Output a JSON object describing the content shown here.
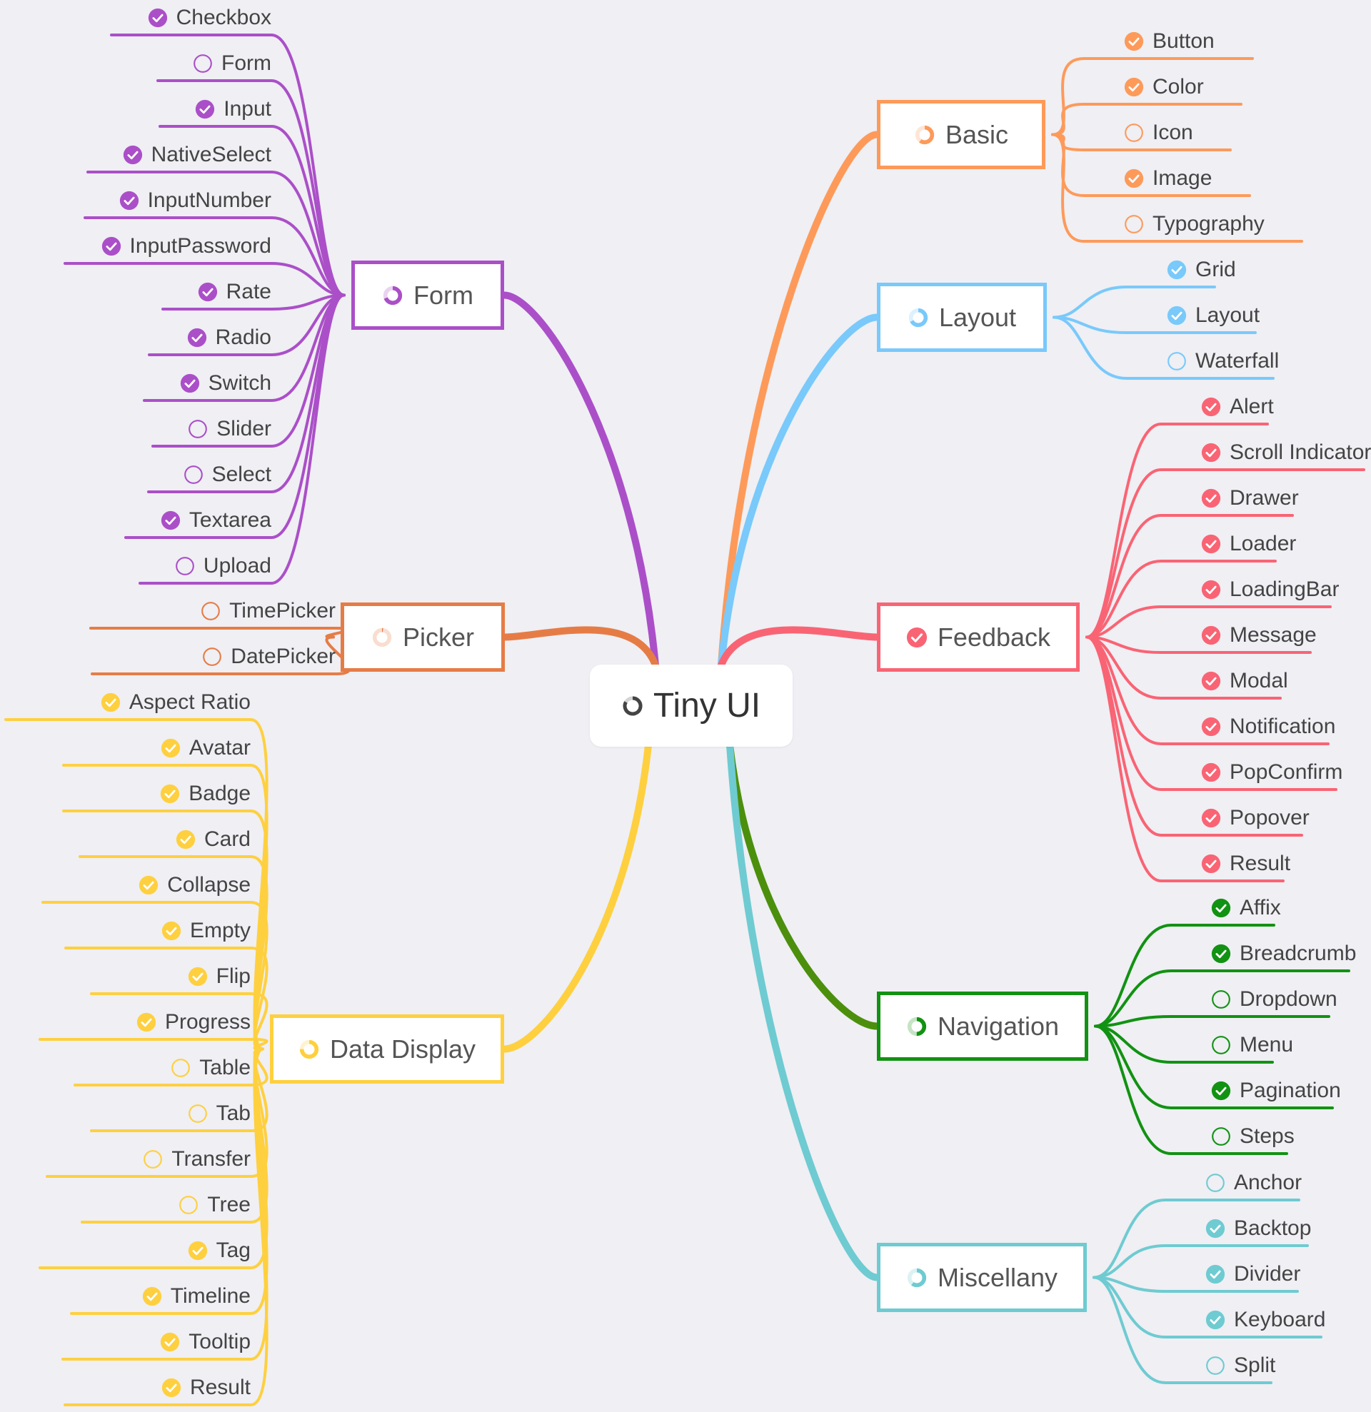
{
  "root": {
    "label": "Tiny UI",
    "icon": "progress-ring-icon"
  },
  "icons": {
    "done": "check-circle-icon",
    "todo": "empty-circle-icon",
    "partial": "progress-ring-icon"
  },
  "branches": [
    {
      "id": "basic",
      "label": "Basic",
      "side": "right",
      "color": "#fd9a5a",
      "progress": 0.6,
      "items": [
        {
          "label": "Button",
          "done": true
        },
        {
          "label": "Color",
          "done": true
        },
        {
          "label": "Icon",
          "done": false
        },
        {
          "label": "Image",
          "done": true
        },
        {
          "label": "Typography",
          "done": false
        }
      ]
    },
    {
      "id": "layout",
      "label": "Layout",
      "side": "right",
      "color": "#79c9fb",
      "progress": 0.67,
      "items": [
        {
          "label": "Grid",
          "done": true
        },
        {
          "label": "Layout",
          "done": true
        },
        {
          "label": "Waterfall",
          "done": false
        }
      ]
    },
    {
      "id": "feedback",
      "label": "Feedback",
      "side": "right",
      "color": "#f96474",
      "progress": 1,
      "items": [
        {
          "label": "Alert",
          "done": true
        },
        {
          "label": "Scroll Indicator",
          "done": true
        },
        {
          "label": "Drawer",
          "done": true
        },
        {
          "label": "Loader",
          "done": true
        },
        {
          "label": "LoadingBar",
          "done": true
        },
        {
          "label": "Message",
          "done": true
        },
        {
          "label": "Modal",
          "done": true
        },
        {
          "label": "Notification",
          "done": true
        },
        {
          "label": "PopConfirm",
          "done": true
        },
        {
          "label": "Popover",
          "done": true
        },
        {
          "label": "Result",
          "done": true
        }
      ]
    },
    {
      "id": "navigation",
      "label": "Navigation",
      "side": "right",
      "color": "#129212",
      "progress": 0.5,
      "items": [
        {
          "label": "Affix",
          "done": true
        },
        {
          "label": "Breadcrumb",
          "done": true
        },
        {
          "label": "Dropdown",
          "done": false
        },
        {
          "label": "Menu",
          "done": false
        },
        {
          "label": "Pagination",
          "done": true
        },
        {
          "label": "Steps",
          "done": false
        }
      ]
    },
    {
      "id": "misc",
      "label": "Miscellany",
      "side": "right",
      "color": "#6ecbd1",
      "progress": 0.6,
      "items": [
        {
          "label": "Anchor",
          "done": false
        },
        {
          "label": "Backtop",
          "done": true
        },
        {
          "label": "Divider",
          "done": true
        },
        {
          "label": "Keyboard",
          "done": true
        },
        {
          "label": "Split",
          "done": false
        }
      ]
    },
    {
      "id": "form",
      "label": "Form",
      "side": "left",
      "color": "#ab4fc8",
      "progress": 0.69,
      "items": [
        {
          "label": "Checkbox",
          "done": true
        },
        {
          "label": "Form",
          "done": false
        },
        {
          "label": "Input",
          "done": true
        },
        {
          "label": "NativeSelect",
          "done": true
        },
        {
          "label": "InputNumber",
          "done": true
        },
        {
          "label": "InputPassword",
          "done": true
        },
        {
          "label": "Rate",
          "done": true
        },
        {
          "label": "Radio",
          "done": true
        },
        {
          "label": "Switch",
          "done": true
        },
        {
          "label": "Slider",
          "done": false
        },
        {
          "label": "Select",
          "done": false
        },
        {
          "label": "Textarea",
          "done": true
        },
        {
          "label": "Upload",
          "done": false
        }
      ]
    },
    {
      "id": "picker",
      "label": "Picker",
      "side": "left",
      "color": "#e67c45",
      "progress": 0.02,
      "items": [
        {
          "label": "TimePicker",
          "done": false
        },
        {
          "label": "DatePicker",
          "done": false
        }
      ]
    },
    {
      "id": "data",
      "label": "Data Display",
      "side": "left",
      "color": "#fed03f",
      "progress": 0.75,
      "items": [
        {
          "label": "Aspect Ratio",
          "done": true
        },
        {
          "label": "Avatar",
          "done": true
        },
        {
          "label": "Badge",
          "done": true
        },
        {
          "label": "Card",
          "done": true
        },
        {
          "label": "Collapse",
          "done": true
        },
        {
          "label": "Empty",
          "done": true
        },
        {
          "label": "Flip",
          "done": true
        },
        {
          "label": "Progress",
          "done": true
        },
        {
          "label": "Table",
          "done": false
        },
        {
          "label": "Tab",
          "done": false
        },
        {
          "label": "Transfer",
          "done": false
        },
        {
          "label": "Tree",
          "done": false
        },
        {
          "label": "Tag",
          "done": true
        },
        {
          "label": "Timeline",
          "done": true
        },
        {
          "label": "Tooltip",
          "done": true
        },
        {
          "label": "Result",
          "done": true
        }
      ]
    }
  ]
}
